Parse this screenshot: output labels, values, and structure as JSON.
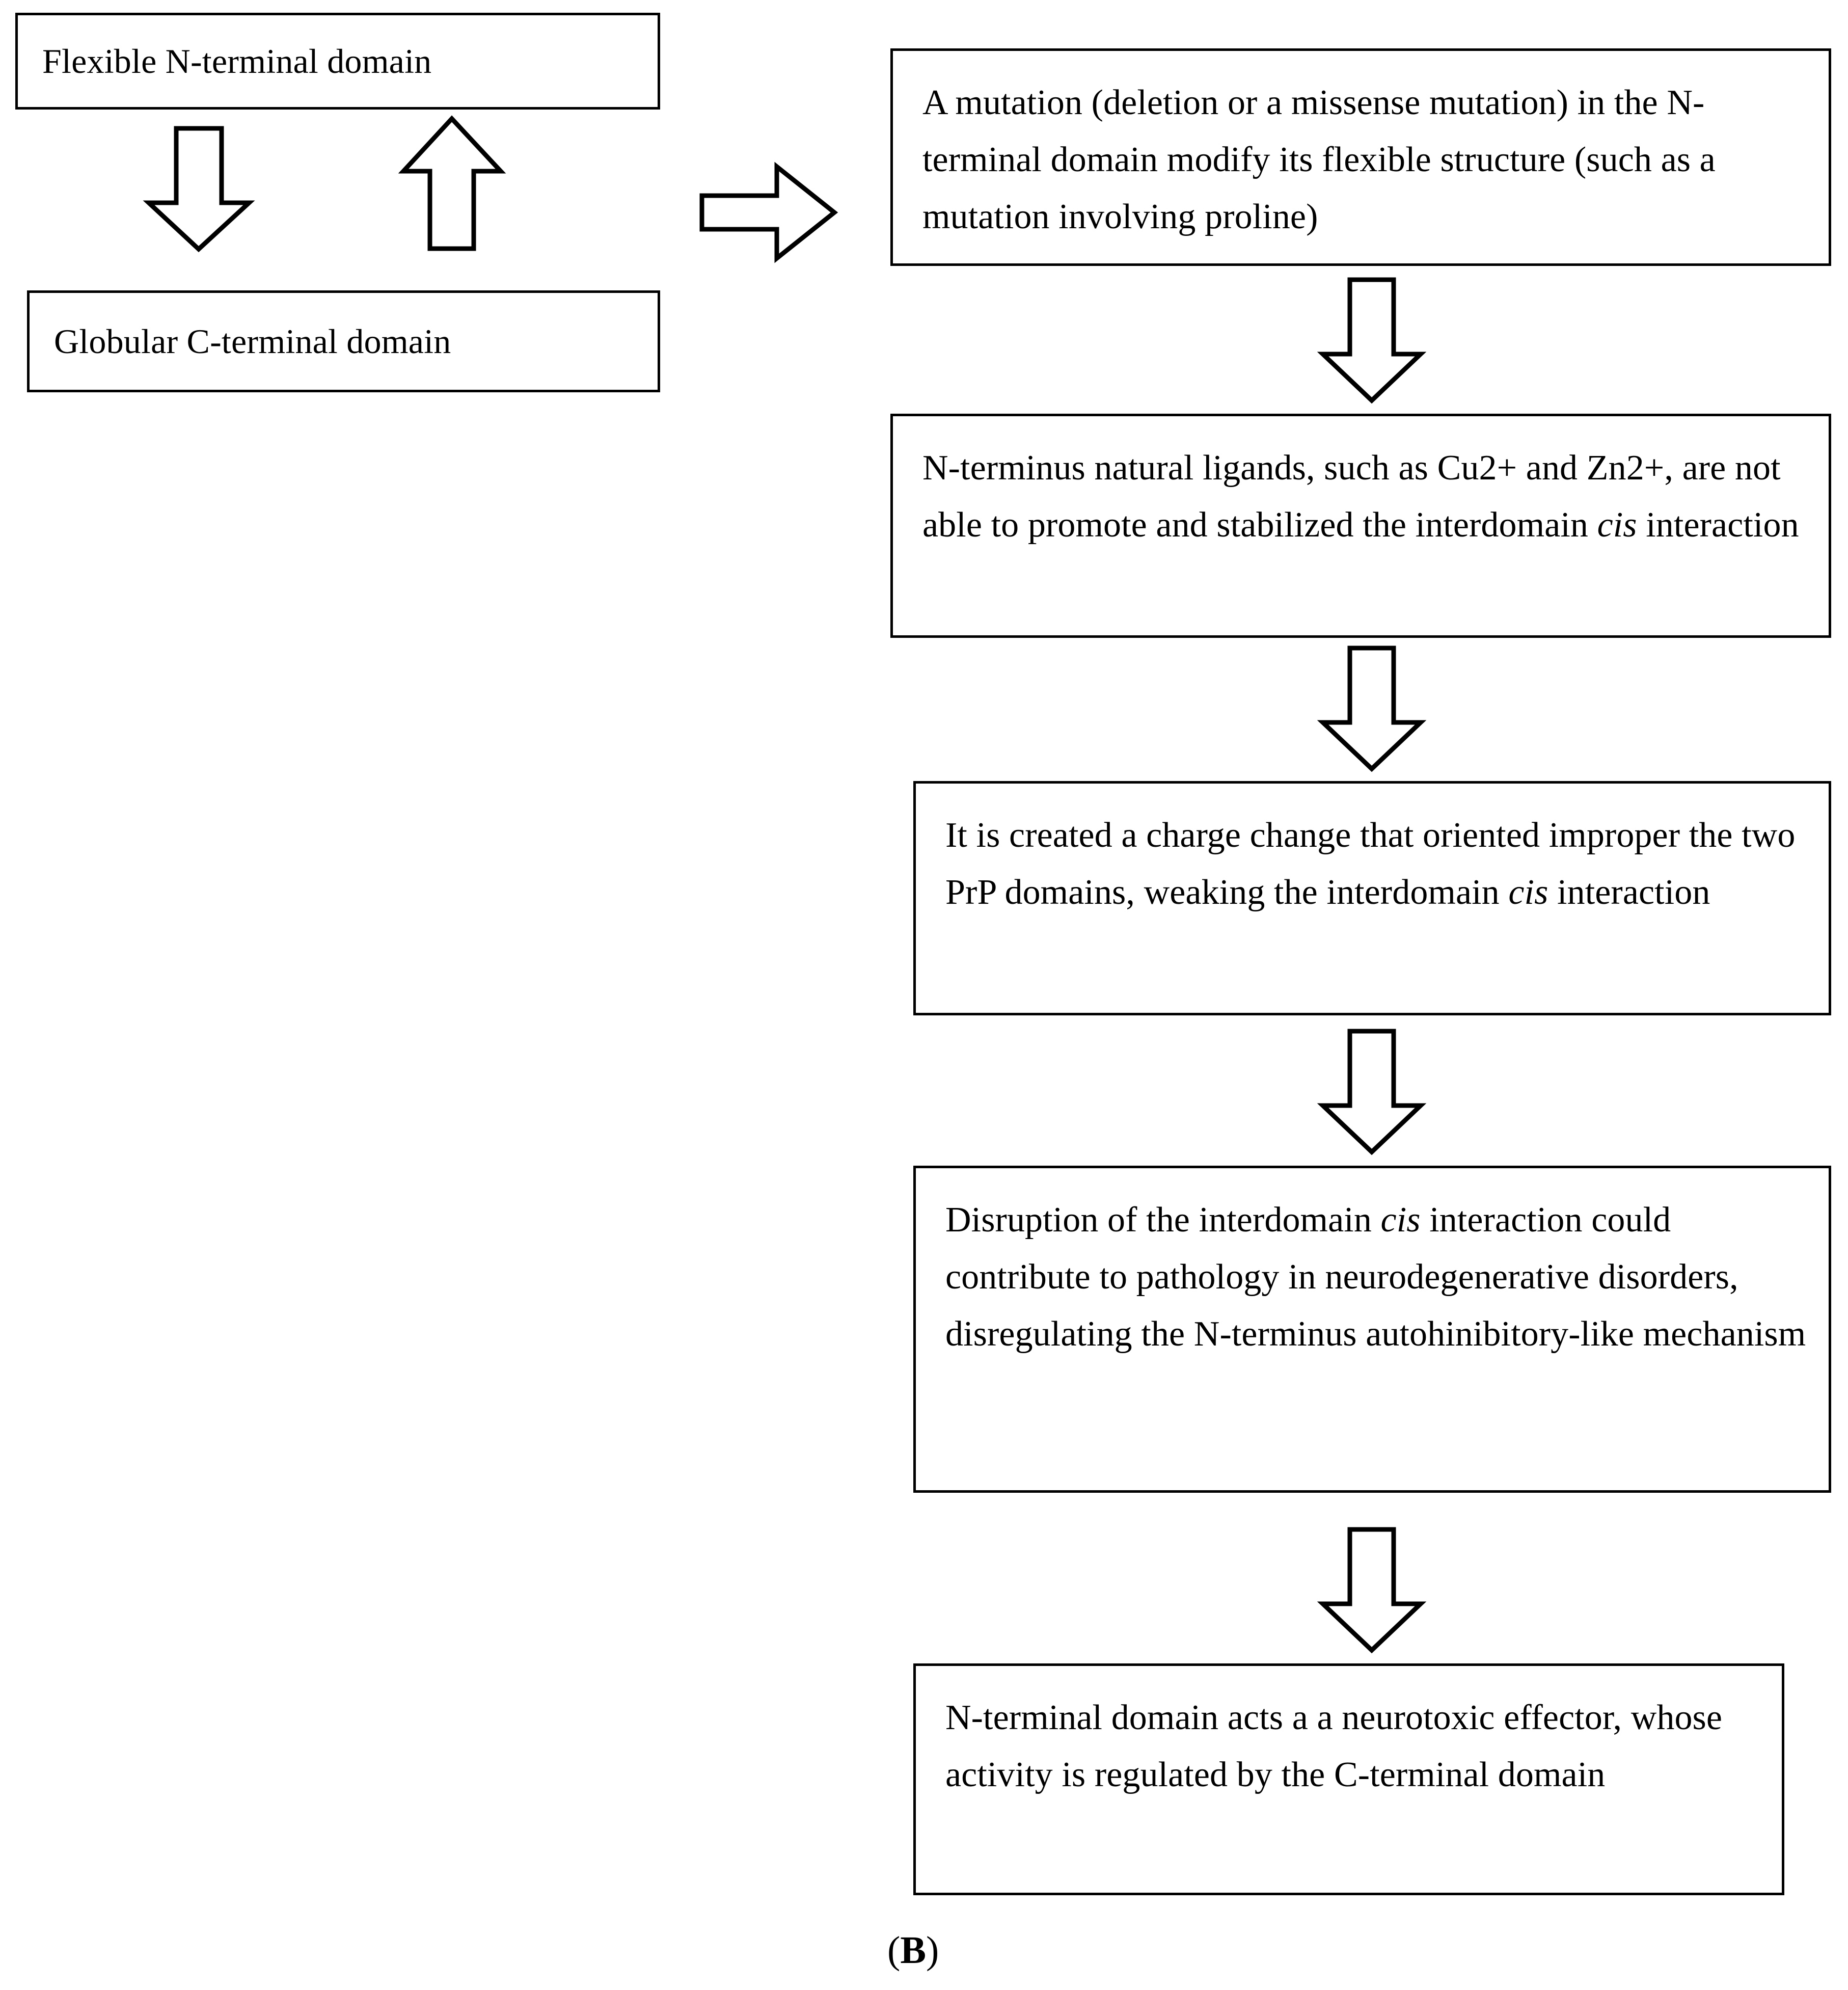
{
  "panel": {
    "label_open": "(",
    "label_letter": "B",
    "label_close": ")"
  },
  "left_column": {
    "boxes": [
      {
        "id": "flexible-n-terminal-domain",
        "text": "Flexible N-terminal domain"
      },
      {
        "id": "globular-c-terminal-domain",
        "text": "Globular C-terminal domain"
      }
    ],
    "arrows": [
      {
        "id": "down-arrow-n-to-c",
        "direction": "down"
      },
      {
        "id": "up-arrow-c-to-n",
        "direction": "up"
      }
    ]
  },
  "connector": {
    "id": "right-arrow-left-to-right-column",
    "direction": "right"
  },
  "right_column": {
    "boxes": [
      {
        "id": "step-1-mutation",
        "line1": "A mutation (deletion or a missense mutation) in",
        "line2": "the N-terminal domain modify its flexible",
        "line3": "structure (such as a mutation involving proline)",
        "full_text": "A mutation (deletion or a missense mutation) in the N-terminal domain modify its flexible structure (such as a mutation involving proline)"
      },
      {
        "id": "step-2-ligands",
        "pre_italic": "N-terminus natural ligands, such as Cu2+ and Zn2+, are not able to promote and stabilized the interdomain ",
        "italic": "cis",
        "post_italic": " interaction",
        "full_text": "N-terminus natural ligands, such as Cu2+ and Zn2+, are not able to promote and stabilized the interdomain cis interaction"
      },
      {
        "id": "step-3-charge-change",
        "pre_italic": "It is created a charge change that oriented improper the two PrP domains, weaking the interdomain ",
        "italic": "cis",
        "post_italic": " interaction",
        "full_text": "It is created a charge change that oriented improper the two PrP domains, weaking the interdomain cis interaction"
      },
      {
        "id": "step-4-disruption",
        "pre_italic": "Disruption of the interdomain ",
        "italic": "cis",
        "post_italic": " interaction could contribute to pathology in neurodegenerative disorders, disregulating the N-terminus autohinibitory-like mechanism",
        "full_text": "Disruption of the interdomain cis interaction could contribute to pathology in neurodegenerative disorders, disregulating the N-terminus autohinibitory-like mechanism"
      },
      {
        "id": "step-5-neurotoxic-effector",
        "pre_italic": "N-terminal domain acts a a neurotoxic effector, whose activity is regulated by the C-terminal domain",
        "italic": "",
        "post_italic": "",
        "full_text": "N-terminal domain acts a a neurotoxic effector, whose activity is regulated by the C-terminal domain"
      }
    ],
    "arrows": [
      {
        "id": "down-arrow-step1-step2",
        "direction": "down"
      },
      {
        "id": "down-arrow-step2-step3",
        "direction": "down"
      },
      {
        "id": "down-arrow-step3-step4",
        "direction": "down"
      },
      {
        "id": "down-arrow-step4-step5",
        "direction": "down"
      }
    ]
  },
  "colors": {
    "stroke": "#000000",
    "background": "#ffffff",
    "text": "#000000"
  }
}
